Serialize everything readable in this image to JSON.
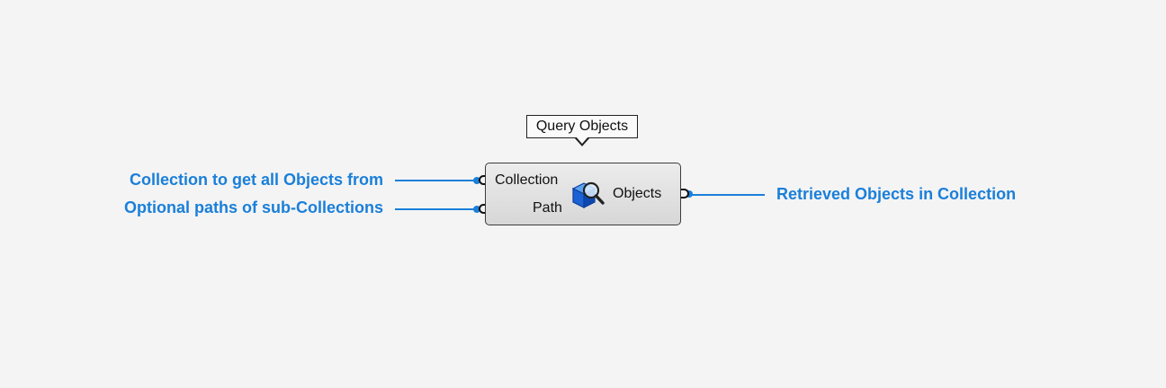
{
  "component": {
    "title": "Query Objects",
    "inputs": [
      {
        "name": "Collection",
        "description": "Collection to get all Objects from"
      },
      {
        "name": "Path",
        "description": "Optional paths of sub-Collections"
      }
    ],
    "outputs": [
      {
        "name": "Objects",
        "description": "Retrieved Objects in Collection"
      }
    ],
    "icon": "cube-search-icon"
  },
  "colors": {
    "accent": "#1a7fd9",
    "background": "#f4f4f4",
    "component_fill": "#dedede",
    "component_border": "#3c3c3c"
  }
}
